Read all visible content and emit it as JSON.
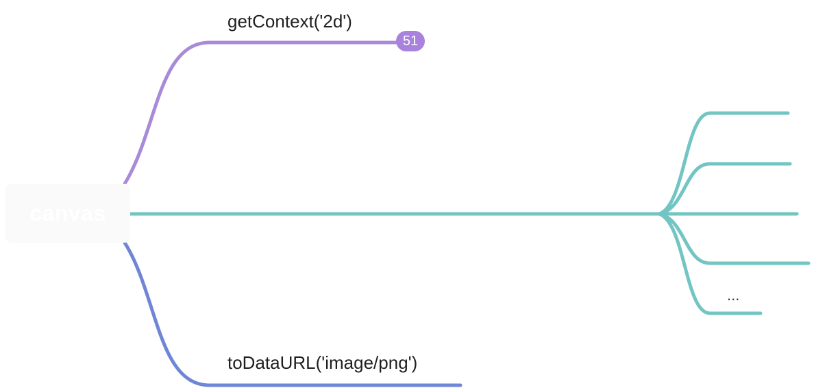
{
  "root": {
    "label": "canvas"
  },
  "topics": {
    "top": {
      "label": "getContext('2d')",
      "count_badge": "51"
    },
    "bottom": {
      "label": "toDataURL('image/png')"
    }
  },
  "branch_right": {
    "ellipsis_label": "..."
  },
  "colors": {
    "branch_purple": "#a98ad9",
    "branch_blue": "#6f86d6",
    "branch_teal": "#72c5c3",
    "badge": "#a882dc",
    "root_fill": "#fafafa"
  }
}
